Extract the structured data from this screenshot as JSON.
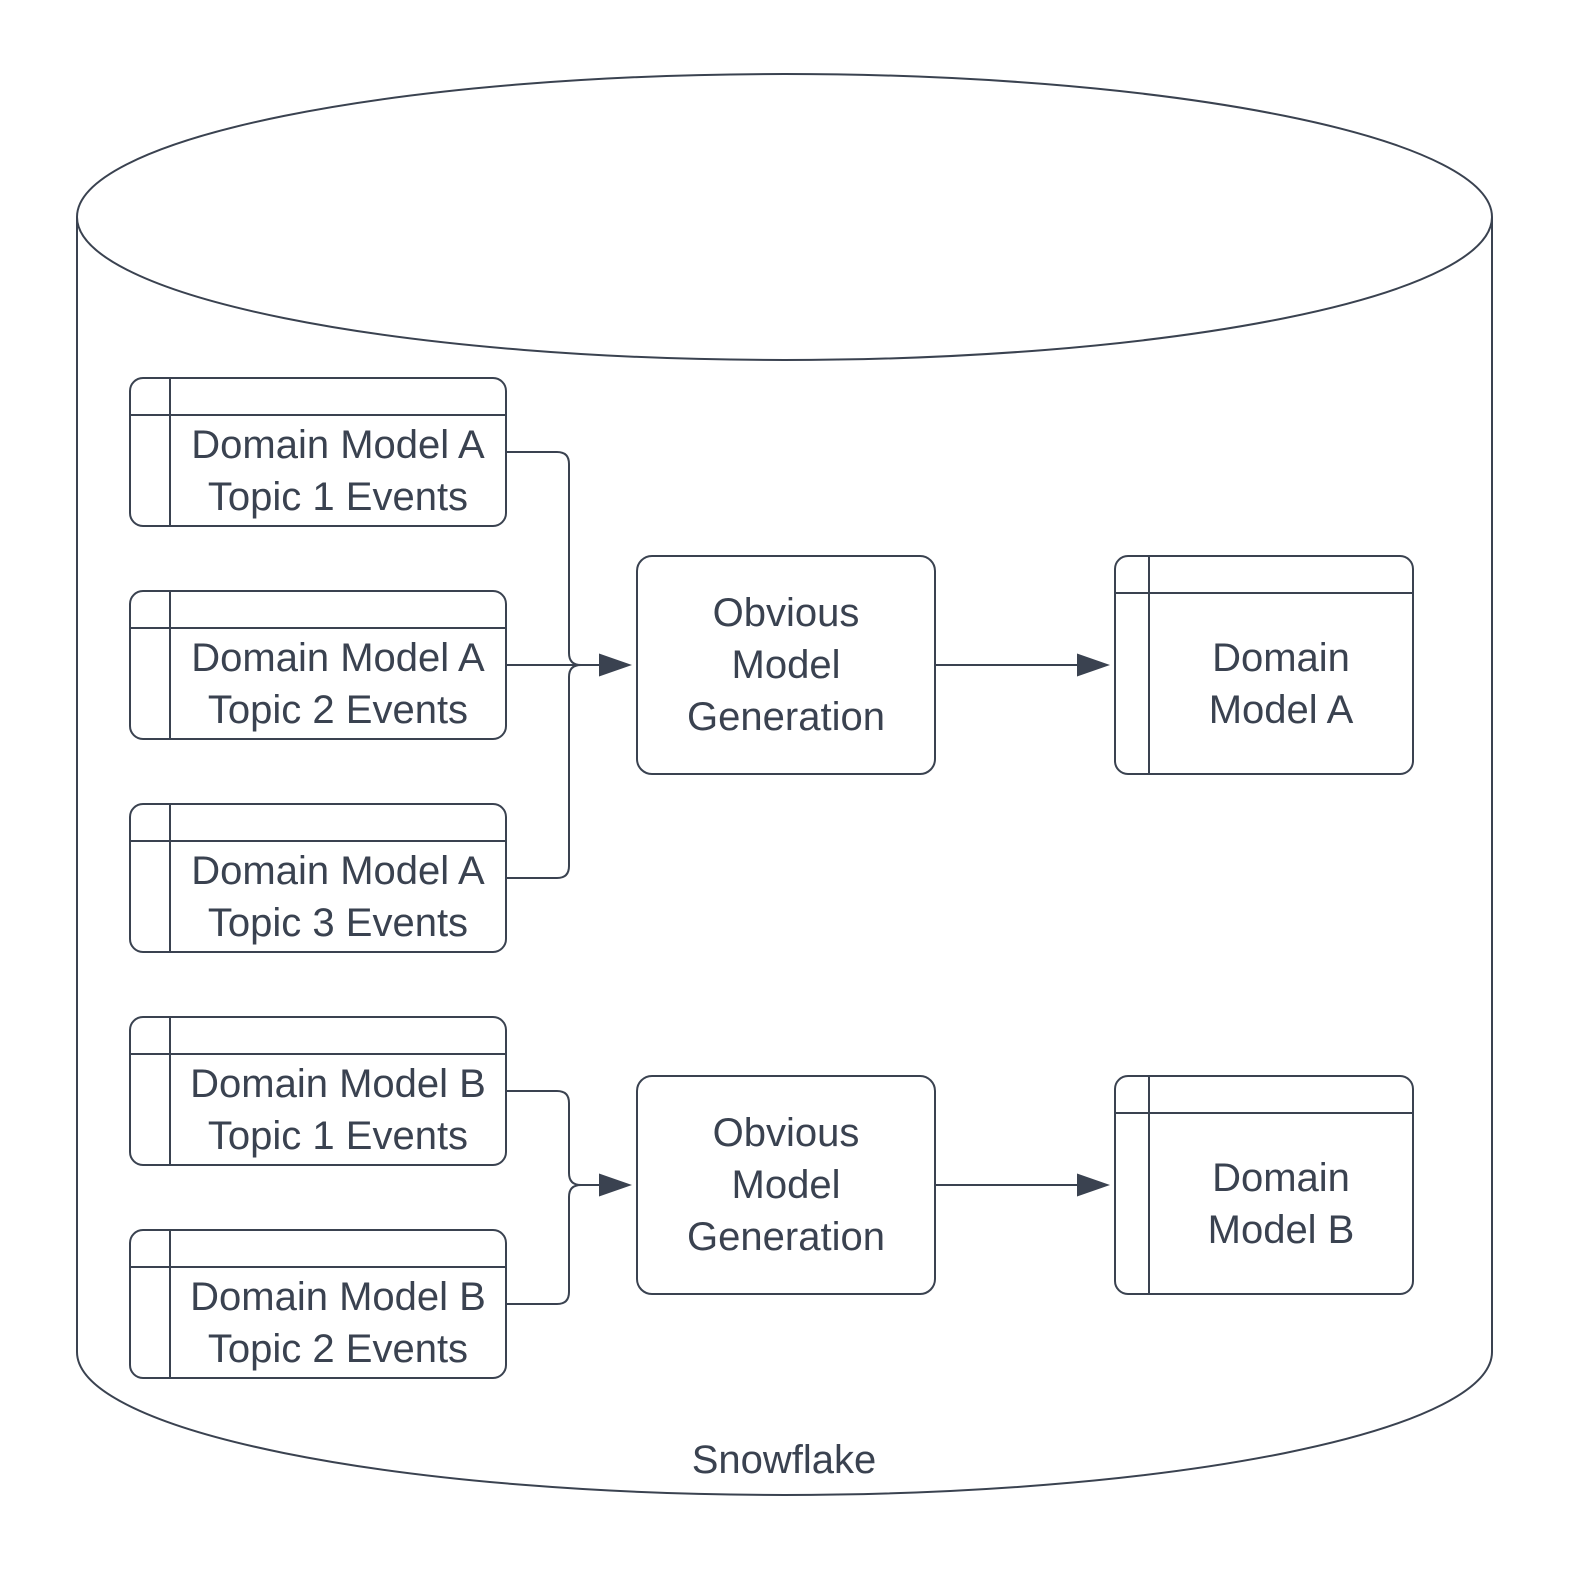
{
  "colors": {
    "stroke": "#3A4250",
    "text": "#3A4250",
    "background": "#FFFFFF"
  },
  "cylinder": {
    "label": "Snowflake"
  },
  "source_tables": [
    {
      "lines": [
        "Domain Model A",
        "Topic 1 Events"
      ]
    },
    {
      "lines": [
        "Domain Model A",
        "Topic 2 Events"
      ]
    },
    {
      "lines": [
        "Domain Model A",
        "Topic 3 Events"
      ]
    },
    {
      "lines": [
        "Domain Model B",
        "Topic 1 Events"
      ]
    },
    {
      "lines": [
        "Domain Model B",
        "Topic 2 Events"
      ]
    }
  ],
  "processes": [
    {
      "lines": [
        "Obvious",
        "Model",
        "Generation"
      ]
    },
    {
      "lines": [
        "Obvious",
        "Model",
        "Generation"
      ]
    }
  ],
  "outputs": [
    {
      "lines": [
        "Domain",
        "Model A"
      ]
    },
    {
      "lines": [
        "Domain",
        "Model B"
      ]
    }
  ]
}
